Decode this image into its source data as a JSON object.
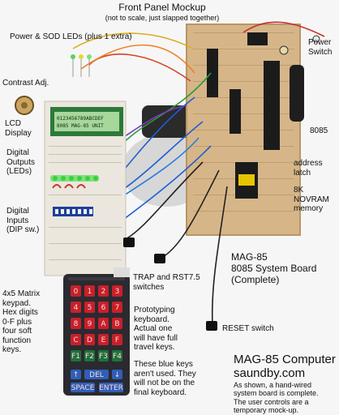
{
  "labels": {
    "title": "Front Panel Mockup",
    "subtitle": "(not to scale, just slapped together)",
    "power_leds": "Power & SOD LEDs (plus 1 extra)",
    "contrast": "Contrast Adj.",
    "lcd": "LCD\nDisplay",
    "outputs": "Digital\nOutputs\n(LEDs)",
    "inputs": "Digital\nInputs\n(DIP sw.)",
    "power_switch": "Power\nSwitch",
    "cpu": "8085",
    "address_latch": "address\nlatch",
    "nvram": "8K NOVRAM\nmemory",
    "board": "MAG-85\n8085 System Board\n(Complete)",
    "trap": "TRAP and RST7.5\nswitches",
    "keypad_desc": "4x5 Matrix\nkeypad.\nHex digits\n0-F plus\nfour soft\nfunction\nkeys.",
    "proto": "Prototyping\nkeyboard.\nActual one\nwill have full\ntravel keys.",
    "reset": "RESET switch",
    "blue_keys": "These blue keys\naren't used. They\nwill not be on the\nfinal keyboard.",
    "computer_title": "MAG-85 Computer",
    "site": "saundby.com",
    "footer": "As shown, a hand-wired\nsystem board is complete.\nThe user controls are a\ntemporary mock-up."
  },
  "lcd_lines": [
    "0123456789ABCDEF",
    "8085 MAG-85 UNIT"
  ],
  "keypad": {
    "rows": [
      [
        "0",
        "1",
        "2",
        "3"
      ],
      [
        "4",
        "5",
        "6",
        "7"
      ],
      [
        "8",
        "9",
        "A",
        "B"
      ],
      [
        "C",
        "D",
        "E",
        "F"
      ],
      [
        "F1",
        "F2",
        "F3",
        "F4"
      ]
    ],
    "bottom_row": [
      "↑",
      "DEL",
      "↓"
    ],
    "bottom_row2": [
      "SPACE",
      "ENTER"
    ]
  },
  "colors": {
    "board": "#d8b98a",
    "perfboard": "#ebe7de",
    "keypad_body": "#2a2a30",
    "key_red": "#c8202a",
    "key_green": "#20703a",
    "key_blue": "#2e5fb8",
    "lcd_green": "#a7d79a"
  }
}
